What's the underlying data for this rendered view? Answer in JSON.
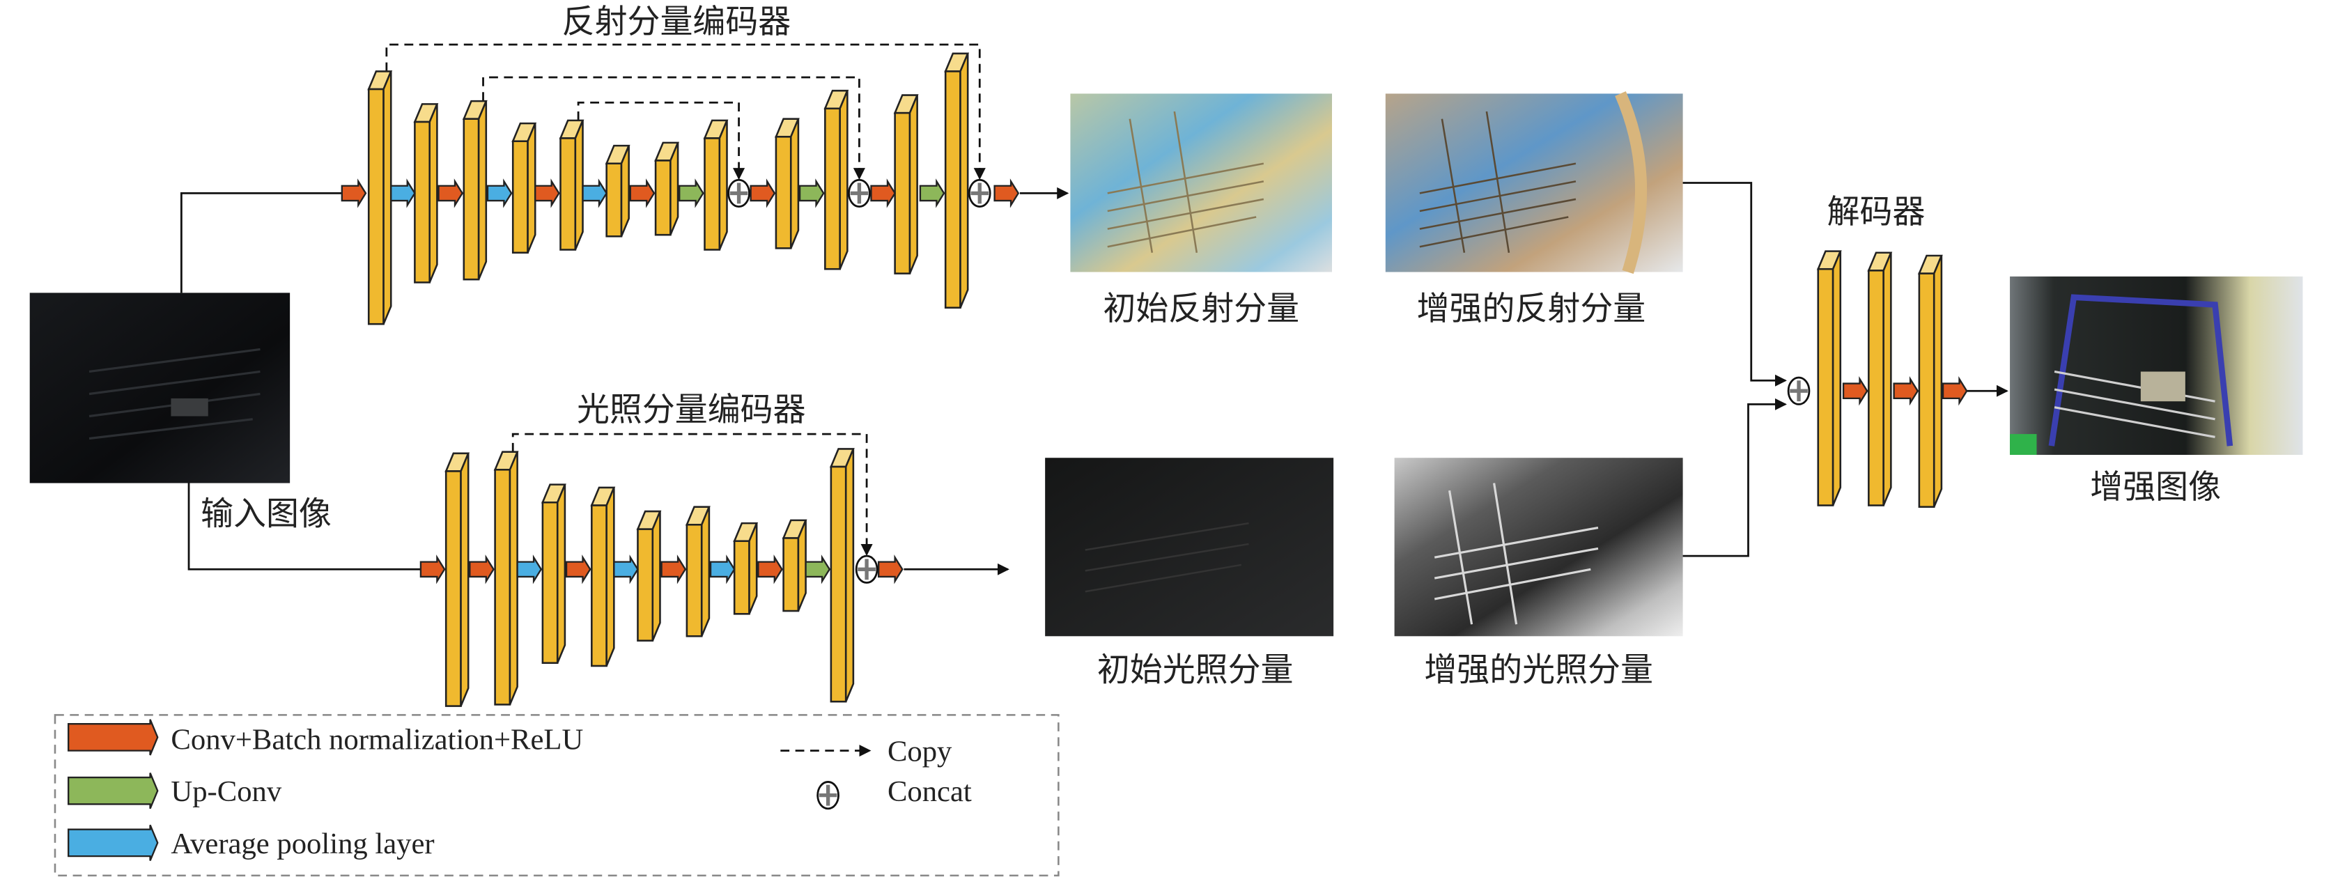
{
  "titles": {
    "reflectance_encoder": "反射分量编码器",
    "illumination_encoder": "光照分量编码器",
    "decoder": "解码器"
  },
  "images": {
    "input": "输入图像",
    "initial_reflectance": "初始反射分量",
    "enhanced_reflectance": "增强的反射分量",
    "initial_illumination": "初始光照分量",
    "enhanced_illumination": "增强的光照分量",
    "enhanced_output": "增强图像"
  },
  "legend": {
    "conv": "Conv+Batch normalization+ReLU",
    "upconv": "Up-Conv",
    "pool": "Average pooling layer",
    "copy": "Copy",
    "concat": "Concat"
  },
  "colors": {
    "layer": "#f0b92f",
    "layer_top": "#f7dc8c",
    "conv": "#e05a20",
    "upconv": "#8db75a",
    "pool": "#4aaee2"
  }
}
